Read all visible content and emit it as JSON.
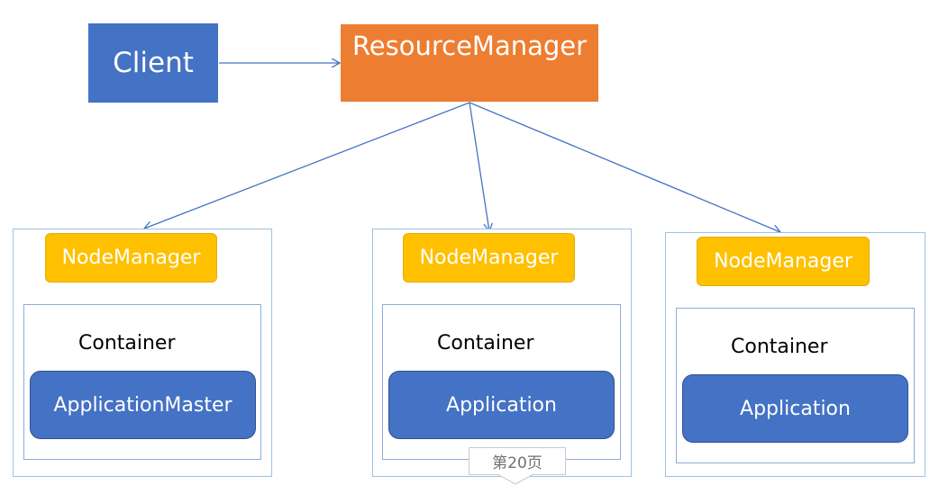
{
  "client": {
    "label": "Client"
  },
  "resource_manager": {
    "label": "ResourceManager"
  },
  "nodes": [
    {
      "node_manager": "NodeManager",
      "container": "Container",
      "app": "ApplicationMaster"
    },
    {
      "node_manager": "NodeManager",
      "container": "Container",
      "app": "Application"
    },
    {
      "node_manager": "NodeManager",
      "container": "Container",
      "app": "Application"
    }
  ],
  "page_badge": "第20页",
  "colors": {
    "client": "#4472c4",
    "resource_manager": "#ed7d31",
    "node_manager": "#ffc000",
    "application": "#4472c4",
    "arrow": "#4472c4"
  }
}
